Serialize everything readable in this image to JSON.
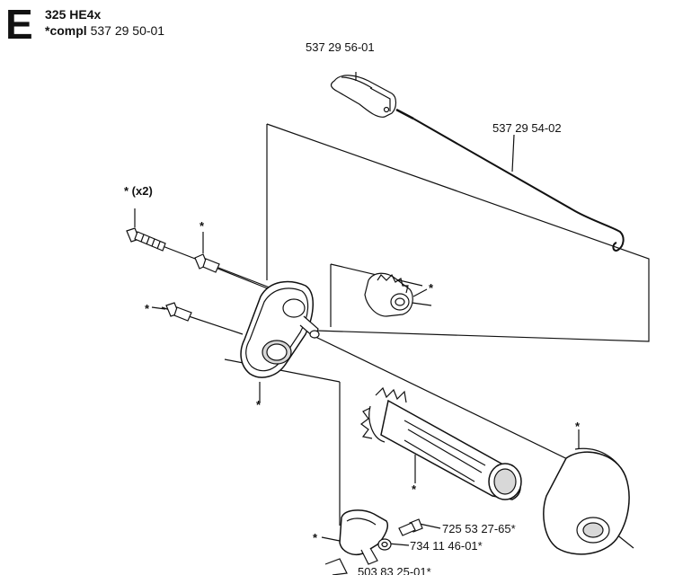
{
  "header": {
    "section_letter": "E",
    "model": "325 HE4x",
    "compl_prefix": "*compl",
    "compl_number": "537 29 50-01"
  },
  "parts": {
    "control_knob": "537 29 56-01",
    "throttle_wire": "537 29 54-02",
    "screw_small": "725 53 27-65*",
    "washer": "734 11 46-01*",
    "clip_partial": "503 83 25-01*"
  },
  "markers": {
    "star": "*",
    "star_x2": "* (x2)"
  },
  "colors": {
    "line": "#111111",
    "fill": "#ffffff",
    "shade": "#d8d8d8"
  }
}
